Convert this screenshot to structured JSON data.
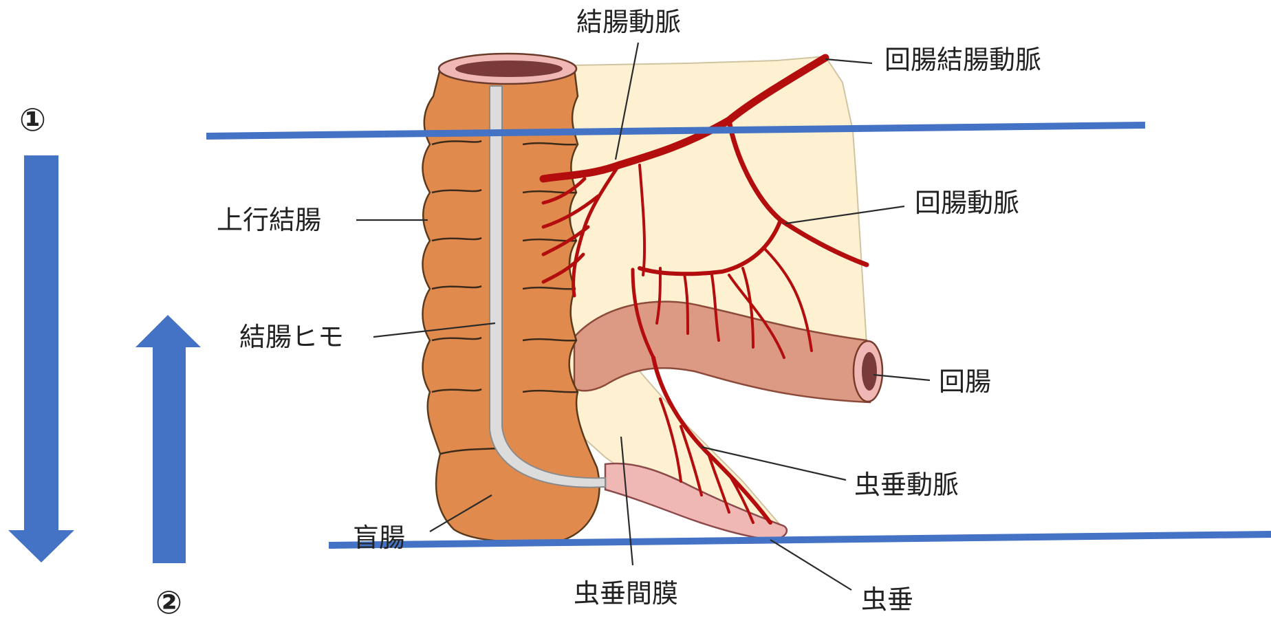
{
  "labels": {
    "colic_artery": "結腸動脈",
    "ileocolic_artery": "回腸結腸動脈",
    "ascending_colon": "上行結腸",
    "ileal_artery": "回腸動脈",
    "taenia_coli": "結腸ヒモ",
    "ileum": "回腸",
    "appendicular_artery": "虫垂動脈",
    "cecum": "盲腸",
    "mesoappendix": "虫垂間膜",
    "appendix": "虫垂"
  },
  "markers": {
    "one": "①",
    "two": "②"
  },
  "colors": {
    "colon": "#e08a4e",
    "mesentery": "#fdf1d2",
    "artery": "#b30d0d",
    "ileum": "#dc9a84",
    "taenia": "#dcdcdc",
    "appendix": "#f0b8b4",
    "guide_line": "#4472c4",
    "arrow": "#4472c4"
  },
  "icons": {
    "down_arrow": "arrow-down-icon",
    "up_arrow": "arrow-up-icon"
  }
}
